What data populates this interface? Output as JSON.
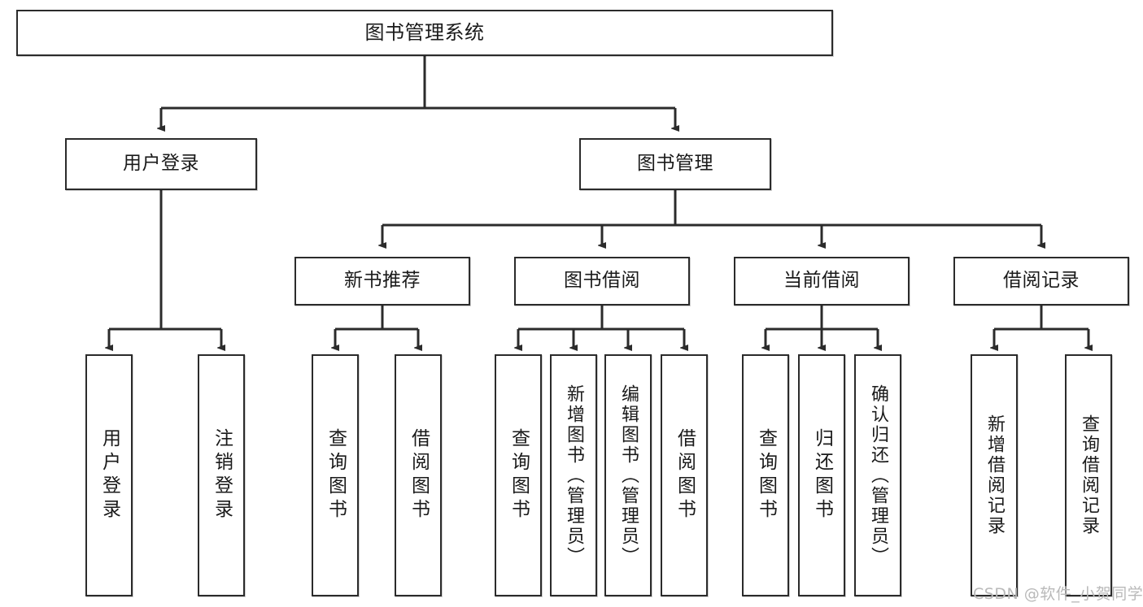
{
  "diagram": {
    "title": "图书管理系统",
    "type": "tree-hierarchy",
    "levels": {
      "root": {
        "label": "图书管理系统"
      },
      "level2": [
        {
          "label": "用户登录"
        },
        {
          "label": "图书管理"
        }
      ],
      "level3": [
        {
          "label": "新书推荐"
        },
        {
          "label": "图书借阅"
        },
        {
          "label": "当前借阅"
        },
        {
          "label": "借阅记录"
        }
      ],
      "leaves": {
        "user_login": [
          {
            "label": "用户登录"
          },
          {
            "label": "注销登录"
          }
        ],
        "new_book_recommend": [
          {
            "label": "查询图书"
          },
          {
            "label": "借阅图书"
          }
        ],
        "book_borrow": [
          {
            "label": "查询图书"
          },
          {
            "label": "新增图书（管理员）"
          },
          {
            "label": "编辑图书（管理员）"
          },
          {
            "label": "借阅图书"
          }
        ],
        "current_borrow": [
          {
            "label": "查询图书"
          },
          {
            "label": "归还图书"
          },
          {
            "label": "确认归还（管理员）"
          }
        ],
        "borrow_record": [
          {
            "label": "新增借阅记录"
          },
          {
            "label": "查询借阅记录"
          }
        ]
      }
    }
  },
  "watermark": {
    "text": "CSDN @软件_小贺同学"
  }
}
